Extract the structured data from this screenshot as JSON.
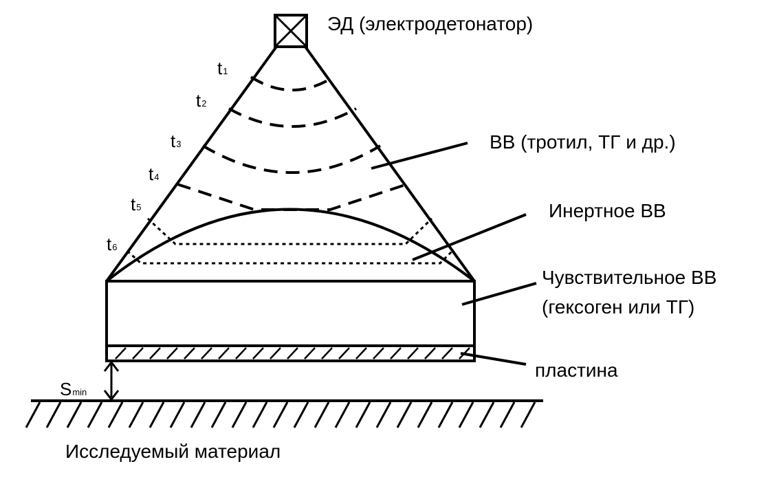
{
  "labels": {
    "detonator": "ЭД (электродетонатор)",
    "explosive": "ВВ (тротил, ТГ и др.)",
    "inert": "Инертное ВВ",
    "sensitive_line1": "Чувствительное ВВ",
    "sensitive_line2": "(гексоген или ТГ)",
    "plate": "пластина",
    "material": "Исследуемый материал",
    "smin_main": "S",
    "smin_sub": "min"
  },
  "time_marks": [
    {
      "main": "t",
      "sub": "1"
    },
    {
      "main": "t",
      "sub": "2"
    },
    {
      "main": "t",
      "sub": "3"
    },
    {
      "main": "t",
      "sub": "4"
    },
    {
      "main": "t",
      "sub": "5"
    },
    {
      "main": "t",
      "sub": "6"
    }
  ],
  "colors": {
    "ink": "#000000",
    "background": "#ffffff"
  }
}
